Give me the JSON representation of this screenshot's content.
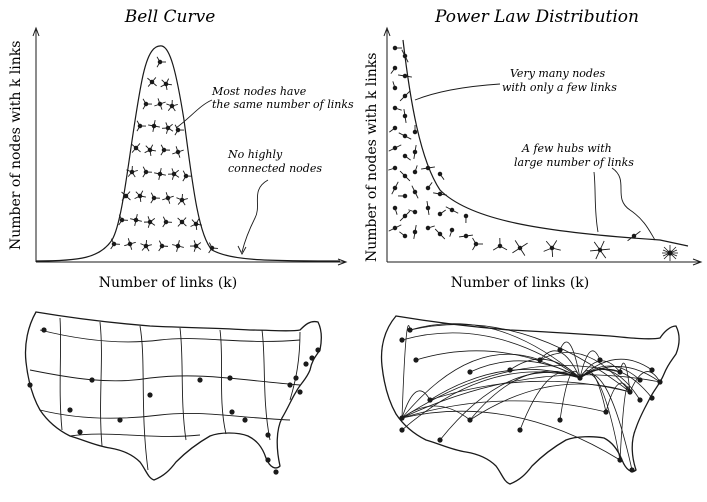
{
  "left_panel": {
    "title": "Bell Curve",
    "ylabel": "Number of nodes with k links",
    "xlabel": "Number of links (k)",
    "annotation_same_links": [
      "Most nodes have",
      "the same number of links"
    ],
    "annotation_no_hubs": [
      "No highly",
      "connected nodes"
    ]
  },
  "right_panel": {
    "title": "Power Law Distribution",
    "ylabel": "Number of nodes with k links",
    "xlabel": "Number of links (k)",
    "annotation_few_links": [
      "Very many nodes",
      "with only a few links"
    ],
    "annotation_hubs": [
      "A few hubs with",
      "large number of links"
    ]
  },
  "bottom_left_map": {
    "description_visible": ""
  },
  "bottom_right_map": {
    "description_visible": ""
  },
  "colors": {
    "ink": "#1a1a1a",
    "paper": "#ffffff"
  }
}
